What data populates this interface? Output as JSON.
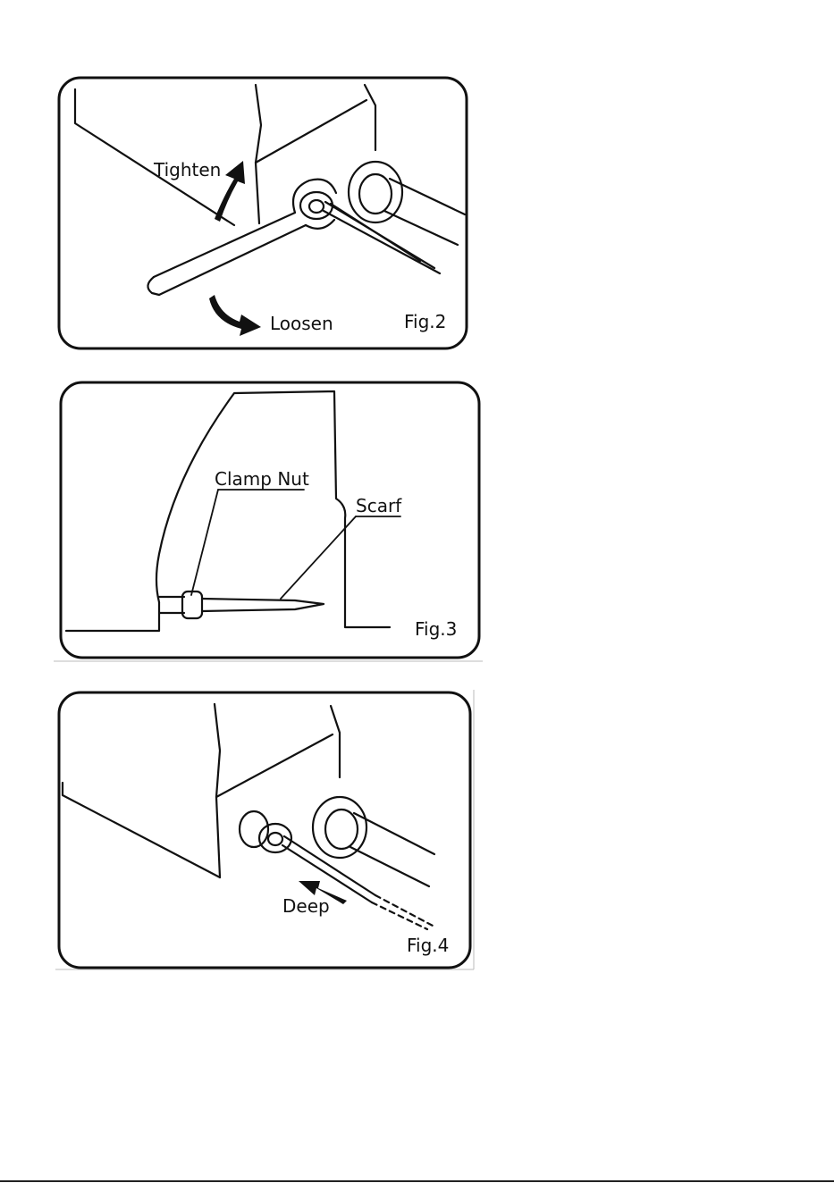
{
  "figures": [
    {
      "number": "Fig.2",
      "labels": {
        "tighten": "Tighten",
        "loosen": "Loosen"
      }
    },
    {
      "number": "Fig.3",
      "labels": {
        "clamp_nut": "Clamp Nut",
        "scarf": "Scarf"
      }
    },
    {
      "number": "Fig.4",
      "labels": {
        "deep": "Deep"
      }
    }
  ],
  "colors": {
    "line": "#111111",
    "background": "#ffffff"
  }
}
